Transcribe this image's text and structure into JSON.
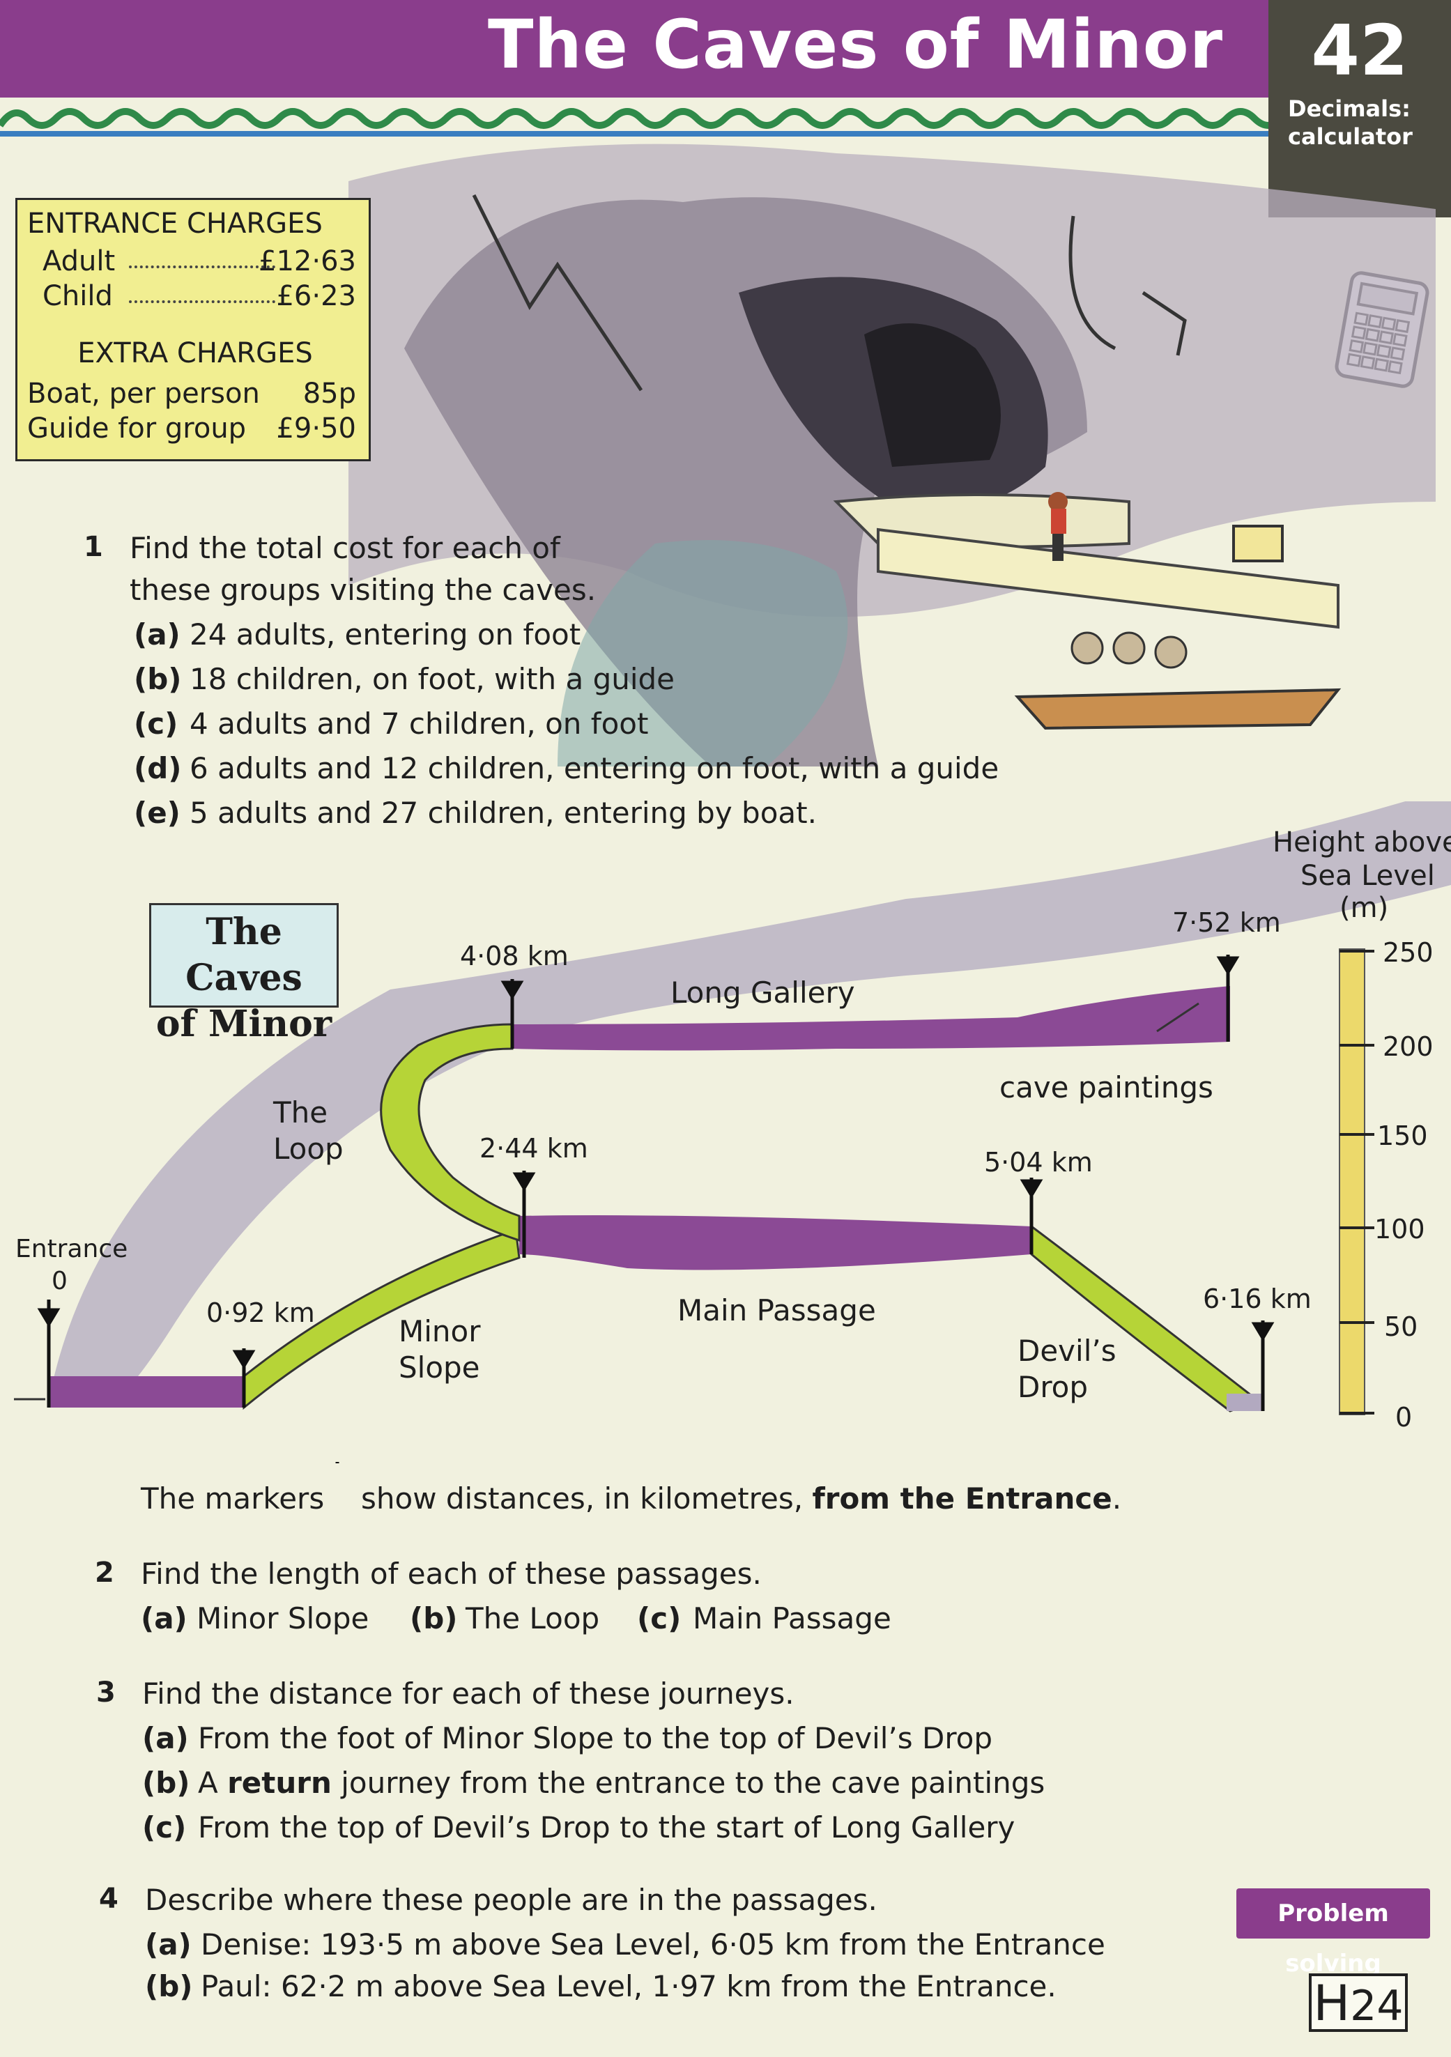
{
  "header": {
    "title": "The Caves of Minor",
    "unit_number": "42",
    "unit_topic": "Decimals: calculator"
  },
  "charges": {
    "entrance_heading": "ENTRANCE CHARGES",
    "entrance": [
      {
        "label": "Adult",
        "price": "£12·63"
      },
      {
        "label": "Child",
        "price": "£6·23"
      }
    ],
    "extra_heading": "EXTRA CHARGES",
    "extra": [
      {
        "label": "Boat, per person",
        "price": "85p"
      },
      {
        "label": "Guide for group",
        "price": "£9·50"
      }
    ]
  },
  "question1": {
    "number": "1",
    "stem_line1": "Find the total cost for each of",
    "stem_line2": "these groups visiting the caves.",
    "parts": [
      {
        "label": "(a)",
        "text": "24 adults, entering on foot"
      },
      {
        "label": "(b)",
        "text": "18 children, on foot, with a guide"
      },
      {
        "label": "(c)",
        "text": "4 adults and 7 children, on foot"
      },
      {
        "label": "(d)",
        "text": "6 adults and 12 children, entering on foot, with a guide"
      },
      {
        "label": "(e)",
        "text": "5 adults and 27 children, entering by boat."
      }
    ]
  },
  "diagram": {
    "title_line1": "The Caves",
    "title_line2": "of Minor",
    "axis_title_line1": "Height above",
    "axis_title_line2": "Sea Level",
    "axis_unit": "(m)",
    "axis_ticks": [
      "250",
      "200",
      "150",
      "100",
      "50",
      "0"
    ],
    "entrance_label": "Entrance",
    "entrance_value": "0",
    "markers": [
      "0·92 km",
      "2·44 km",
      "4·08 km",
      "5·04 km",
      "6·16 km",
      "7·52 km"
    ],
    "passages": {
      "long_gallery": "Long Gallery",
      "cave_paintings": "cave paintings",
      "the_loop_line1": "The",
      "the_loop_line2": "Loop",
      "minor_slope_line1": "Minor",
      "minor_slope_line2": "Slope",
      "main_passage": "Main Passage",
      "devils_drop_line1": "Devil’s",
      "devils_drop_line2": "Drop"
    },
    "note_before": "The markers",
    "note_after": "show distances, in kilometres,",
    "note_bold": "from the Entrance"
  },
  "question2": {
    "number": "2",
    "stem": "Find the length of each of these passages.",
    "parts": [
      {
        "label": "(a)",
        "text": "Minor Slope"
      },
      {
        "label": "(b)",
        "text": "The Loop"
      },
      {
        "label": "(c)",
        "text": "Main Passage"
      }
    ]
  },
  "question3": {
    "number": "3",
    "stem": "Find the distance for each of these journeys.",
    "parts": [
      {
        "label": "(a)",
        "text": "From the foot of Minor Slope to the top of Devil’s Drop"
      },
      {
        "label": "(b)",
        "text_pre": "A",
        "text_bold": "return",
        "text_post": "journey from the entrance to the cave paintings"
      },
      {
        "label": "(c)",
        "text": "From the top of Devil’s Drop to the start of Long Gallery"
      }
    ]
  },
  "question4": {
    "number": "4",
    "stem": "Describe where these people are in the passages.",
    "parts": [
      {
        "label": "(a)",
        "text": "Denise: 193·5 m above Sea Level, 6·05 km from the Entrance"
      },
      {
        "label": "(b)",
        "text": "Paul: 62·2 m above Sea Level, 1·97 km from the Entrance."
      }
    ]
  },
  "badges": {
    "problem_solving": "Problem solving",
    "page_code_letter": "H",
    "page_code_number": "24"
  },
  "colors": {
    "header_purple": "#8a3d8c",
    "unit_box": "#4b4a40",
    "charges_yellow": "#f1ee91",
    "passage_purple": "#8b4a95",
    "slope_green": "#b6d437",
    "axis_yellow": "#ecd96b"
  }
}
